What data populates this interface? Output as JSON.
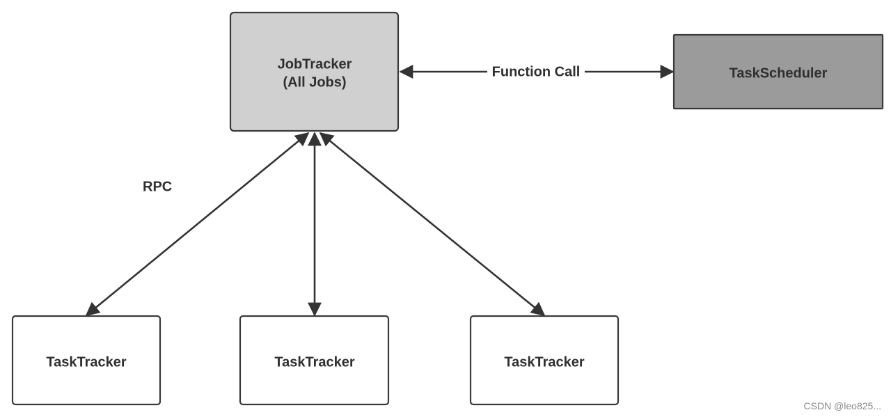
{
  "diagram": {
    "nodes": {
      "jobtracker": {
        "label_line1": "JobTracker",
        "label_line2": "(All Jobs)",
        "fill": "#d0d0d0"
      },
      "scheduler": {
        "label": "TaskScheduler",
        "fill": "#9b9b9b"
      },
      "tasktracker_1": {
        "label": "TaskTracker",
        "fill": "#ffffff"
      },
      "tasktracker_2": {
        "label": "TaskTracker",
        "fill": "#ffffff"
      },
      "tasktracker_3": {
        "label": "TaskTracker",
        "fill": "#ffffff"
      }
    },
    "edges": {
      "function_call": {
        "label": "Function Call"
      },
      "rpc": {
        "label": "RPC"
      }
    }
  },
  "watermark": "CSDN @leo825..."
}
